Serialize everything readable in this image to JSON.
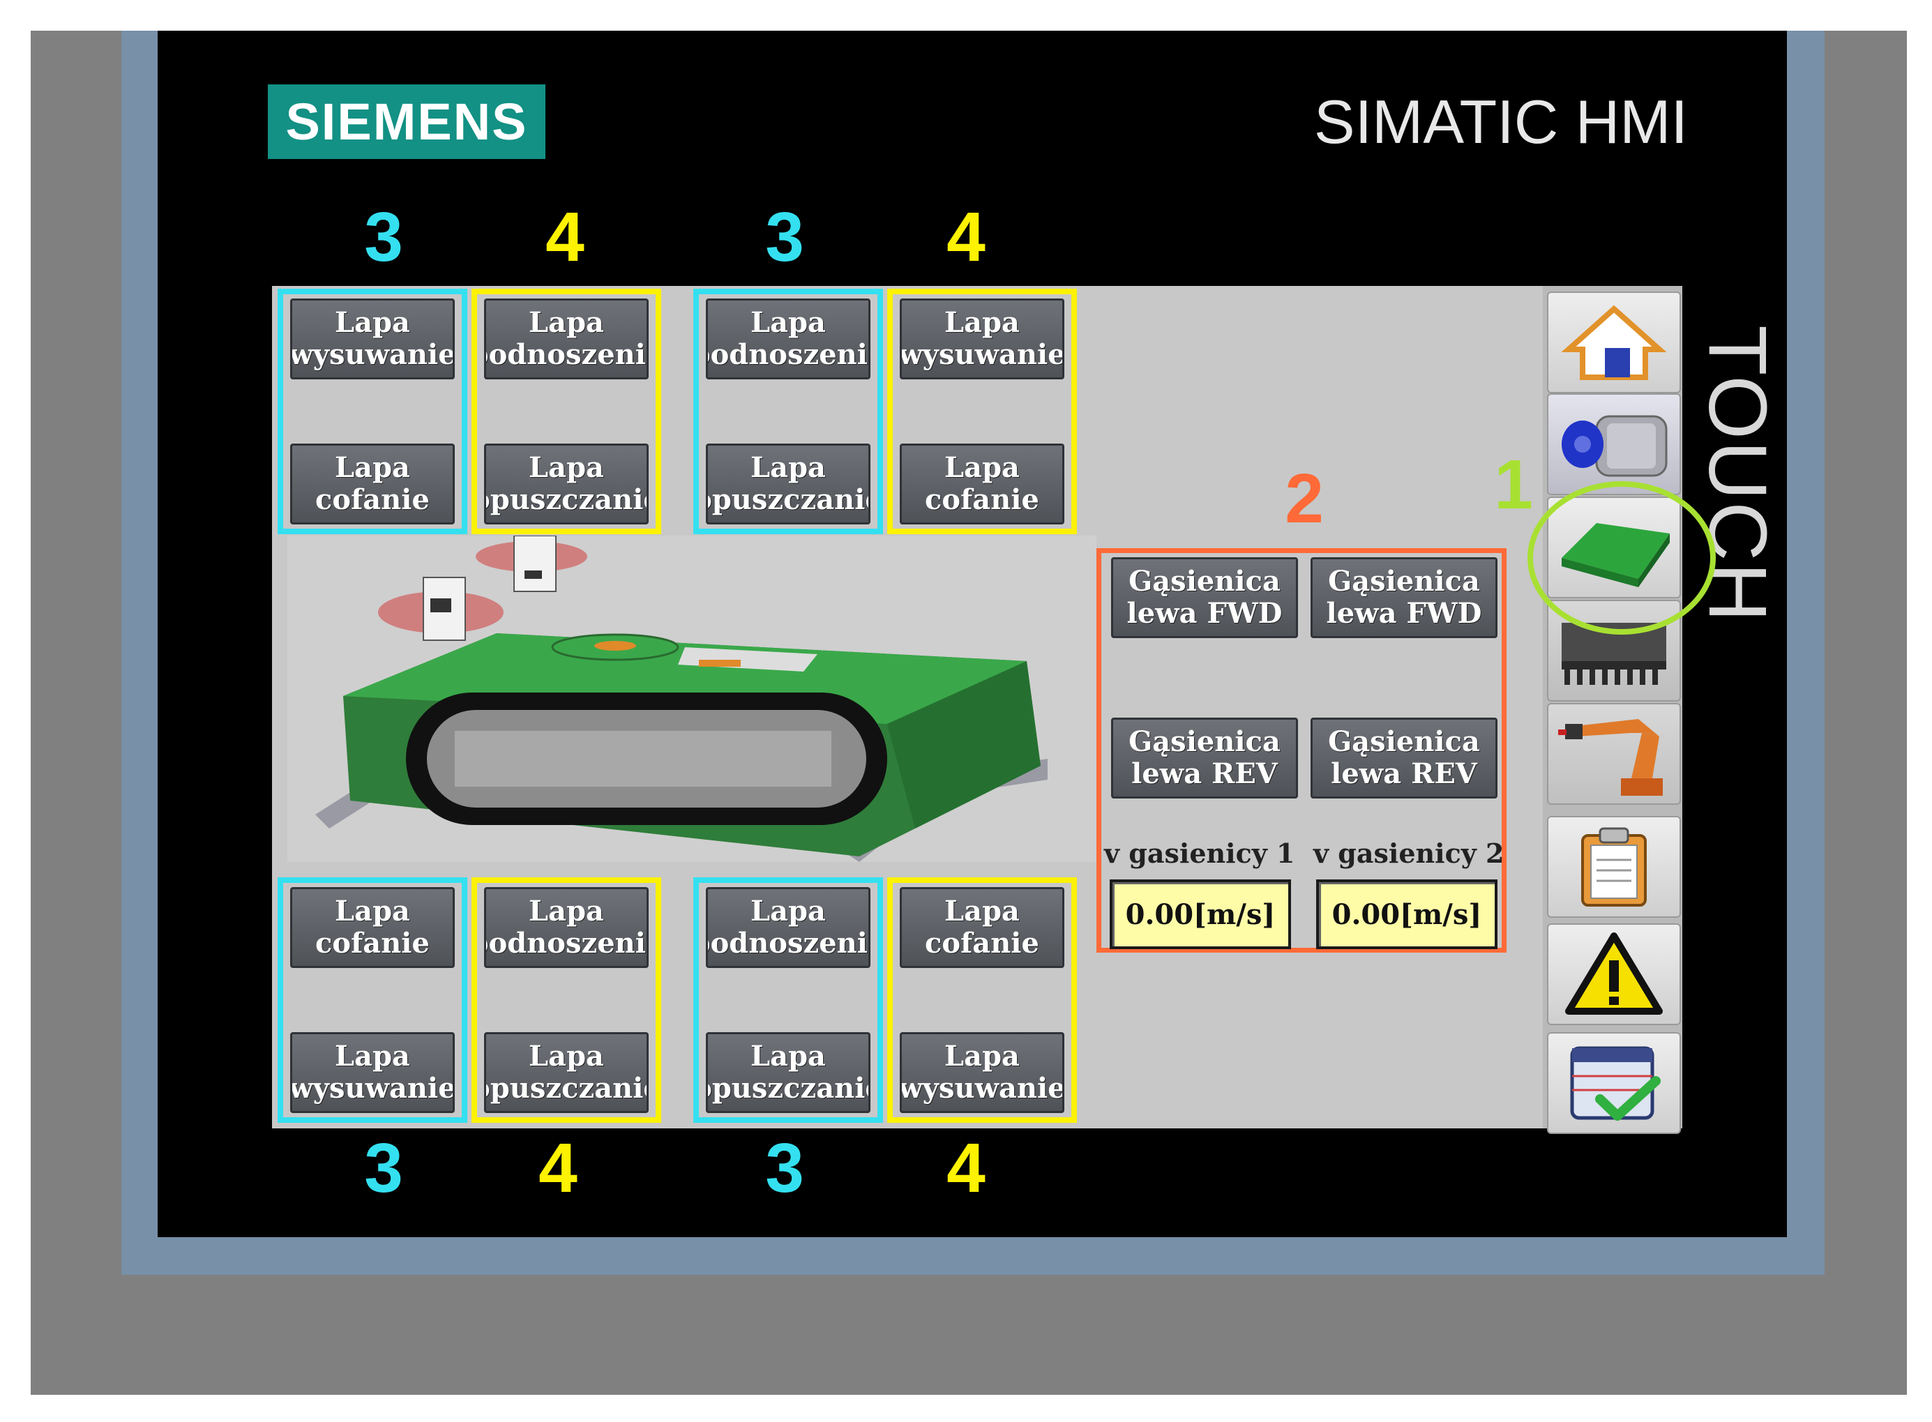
{
  "device": {
    "brand": "SIEMENS",
    "title": "SIMATIC HMI",
    "side_label": "TOUCH"
  },
  "annotations": {
    "leg_a": "3",
    "leg_b": "4",
    "track": "2",
    "nav": "1"
  },
  "top_groups": [
    {
      "top_l1": "Lapa",
      "top_l2": "wysuwanie",
      "bot_l1": "Lapa",
      "bot_l2": "cofanie"
    },
    {
      "top_l1": "Lapa",
      "top_l2": "podnoszenie",
      "bot_l1": "Lapa",
      "bot_l2": "opuszczanie"
    },
    {
      "top_l1": "Lapa",
      "top_l2": "podnoszenie",
      "bot_l1": "Lapa",
      "bot_l2": "opuszczanie"
    },
    {
      "top_l1": "Lapa",
      "top_l2": "wysuwanie",
      "bot_l1": "Lapa",
      "bot_l2": "cofanie"
    }
  ],
  "bottom_groups": [
    {
      "top_l1": "Lapa",
      "top_l2": "cofanie",
      "bot_l1": "Lapa",
      "bot_l2": "wysuwanie"
    },
    {
      "top_l1": "Lapa",
      "top_l2": "podnoszenie",
      "bot_l1": "Lapa",
      "bot_l2": "opuszczanie"
    },
    {
      "top_l1": "Lapa",
      "top_l2": "podnoszenie",
      "bot_l1": "Lapa",
      "bot_l2": "opuszczanie"
    },
    {
      "top_l1": "Lapa",
      "top_l2": "cofanie",
      "bot_l1": "Lapa",
      "bot_l2": "wysuwanie"
    }
  ],
  "track": {
    "fwd1_l1": "Gąsienica",
    "fwd1_l2": "lewa FWD",
    "fwd2_l1": "Gąsienica",
    "fwd2_l2": "lewa FWD",
    "rev1_l1": "Gąsienica",
    "rev1_l2": "lewa REV",
    "rev2_l1": "Gąsienica",
    "rev2_l2": "lewa REV",
    "speed1_label": "v gasienicy 1",
    "speed2_label": "v gasienicy 2",
    "speed1_value": "0.00[m/s]",
    "speed2_value": "0.00[m/s]"
  },
  "nav_icons": [
    "home-icon",
    "motor-icon",
    "track-platform-icon",
    "track-chain-icon",
    "robot-arm-icon",
    "clipboard-icon",
    "warning-icon",
    "checklist-icon"
  ],
  "colors": {
    "siemens_teal": "#129184",
    "annotation_cyan": "#34e0f0",
    "annotation_yellow": "#fdf200",
    "annotation_orange": "#ff6a38",
    "annotation_green": "#a8e032",
    "field_yellow": "#fffca8"
  }
}
